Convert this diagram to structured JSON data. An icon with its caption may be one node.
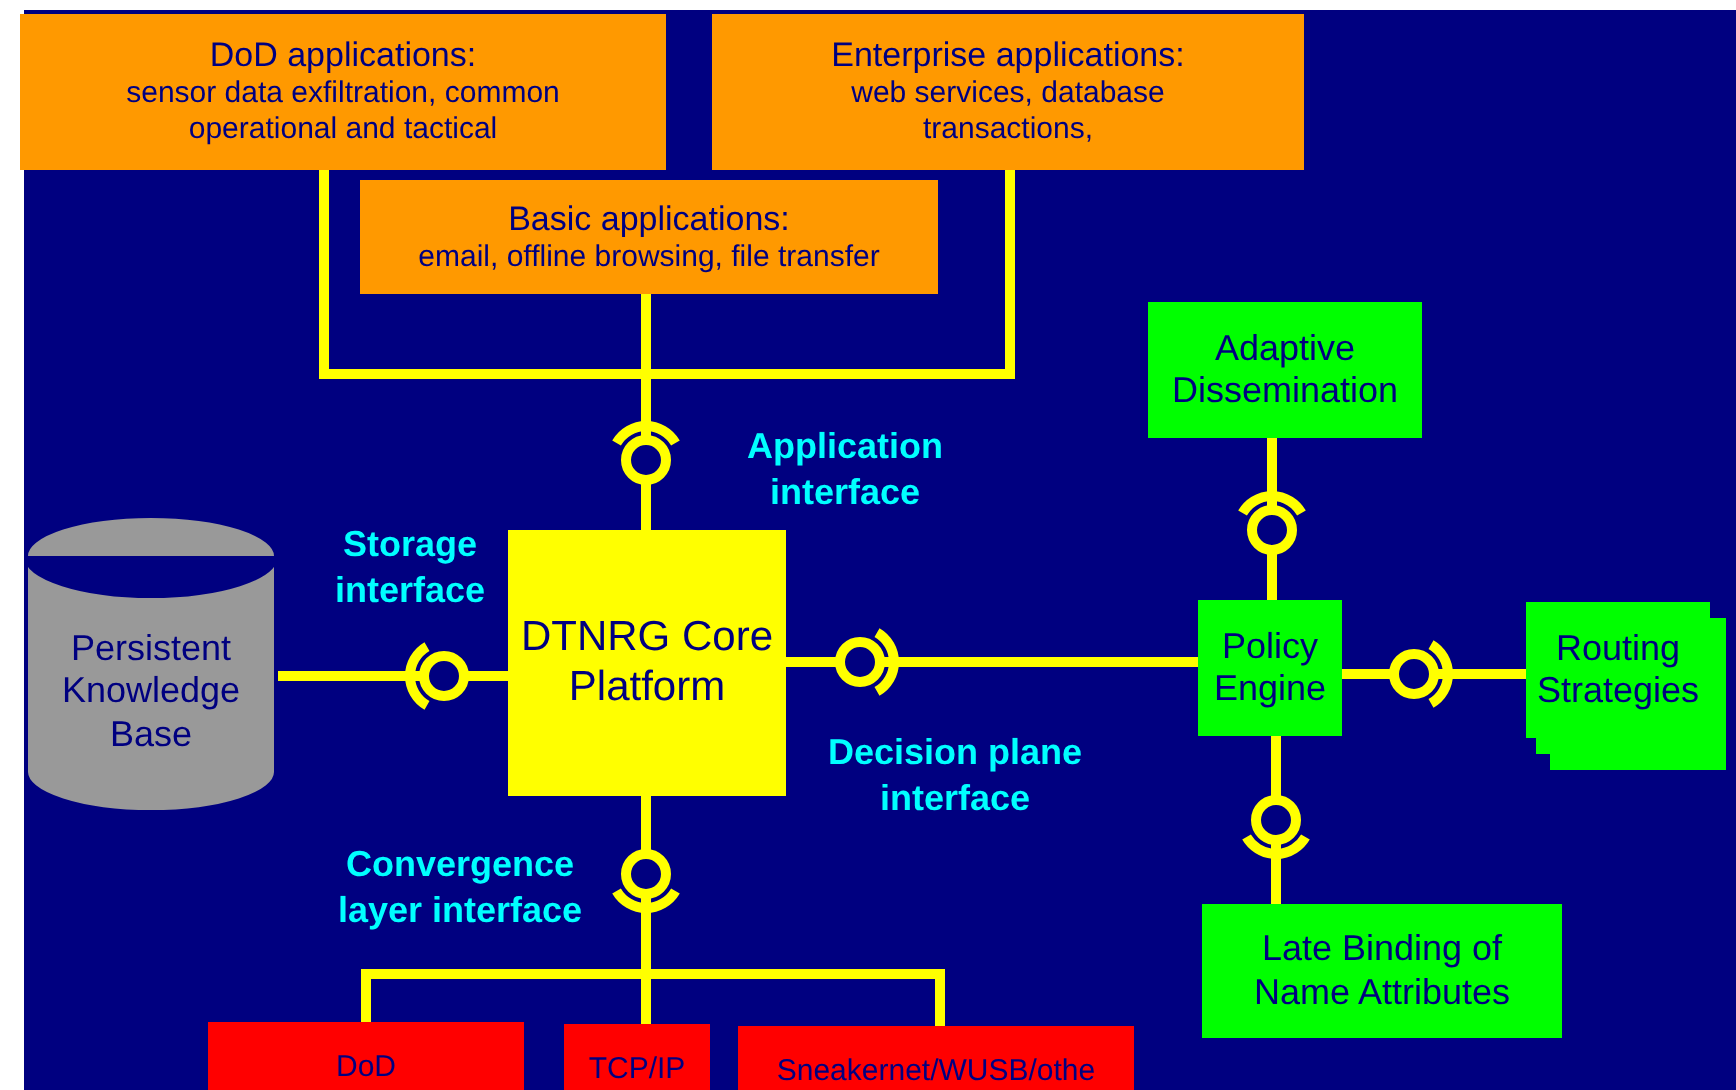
{
  "diagram": {
    "nodes": [
      {
        "text": [
          "DoD applications:",
          "sensor data exfiltration, common operational and tactical"
        ]
      },
      {
        "text": [
          "Enterprise applications:",
          "web services, database transactions,"
        ]
      },
      {
        "text": [
          "Basic applications:",
          "email, offline browsing, file transfer"
        ]
      },
      {
        "text": [
          "DTNRG Core Platform"
        ]
      },
      {
        "text": [
          "Persistent Knowledge Base"
        ]
      },
      {
        "text": [
          "Adaptive Dissemination"
        ]
      },
      {
        "text": [
          "Policy Engine"
        ]
      },
      {
        "text": [
          "Routing Strategies"
        ]
      },
      {
        "text": [
          "Late Binding of Name Attributes"
        ]
      },
      {
        "text": [
          "DoD"
        ]
      },
      {
        "text": [
          "TCP/IP"
        ]
      },
      {
        "text": [
          "Sneakernet/WUSB/othe"
        ]
      }
    ],
    "edges": [
      {
        "from": 0,
        "to": 3,
        "arrow": "none"
      },
      {
        "from": 1,
        "to": 3,
        "arrow": "none"
      },
      {
        "from": 2,
        "to": 3,
        "arrow": "none"
      },
      {
        "from": 4,
        "to": 3,
        "arrow": "none"
      },
      {
        "from": 6,
        "to": 3,
        "arrow": "none"
      },
      {
        "from": 5,
        "to": 6,
        "arrow": "none"
      },
      {
        "from": 7,
        "to": 6,
        "arrow": "none"
      },
      {
        "from": 8,
        "to": 6,
        "arrow": "none"
      },
      {
        "from": 9,
        "to": 3,
        "arrow": "none"
      },
      {
        "from": 10,
        "to": 3,
        "arrow": "none"
      },
      {
        "from": 11,
        "to": 3,
        "arrow": "none"
      }
    ],
    "labels": [
      "Application interface",
      "Storage interface",
      "Decision plane interface",
      "Convergence layer interface"
    ]
  }
}
